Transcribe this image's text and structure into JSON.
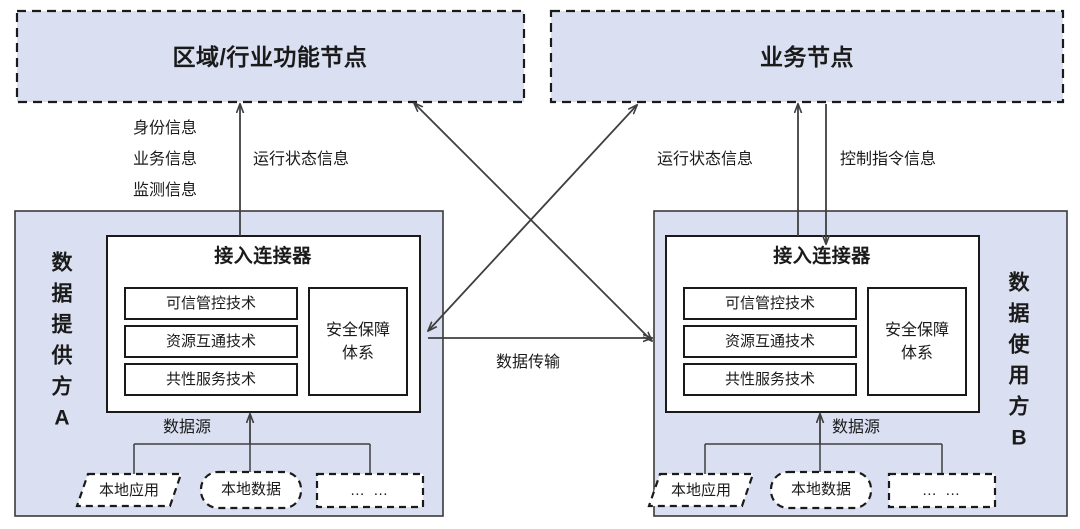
{
  "diagram": {
    "title_nodes": {
      "region_node": "区域/行业功能节点",
      "business_node": "业务节点"
    },
    "parties": {
      "provider": "数据提供方A",
      "consumer": "数据使用方B"
    },
    "connector": {
      "title": "接入连接器",
      "tech_items": [
        "可信管控技术",
        "资源互通技术",
        "共性服务技术"
      ],
      "security": "安全保障体系"
    },
    "flows": {
      "identity_info": "身份信息",
      "business_info": "业务信息",
      "monitor_info": "监测信息",
      "runtime_status_left": "运行状态信息",
      "runtime_status_right": "运行状态信息",
      "control_command": "控制指令信息",
      "data_transfer": "数据传输",
      "data_source_left": "数据源",
      "data_source_right": "数据源"
    },
    "local_sources": {
      "app": "本地应用",
      "data": "本地数据",
      "more": "… …"
    },
    "colors": {
      "panel_fill": "#dae0f1",
      "box_fill": "#ffffff",
      "stroke": "#1a1a1a",
      "line": "#3f3f3f"
    }
  }
}
